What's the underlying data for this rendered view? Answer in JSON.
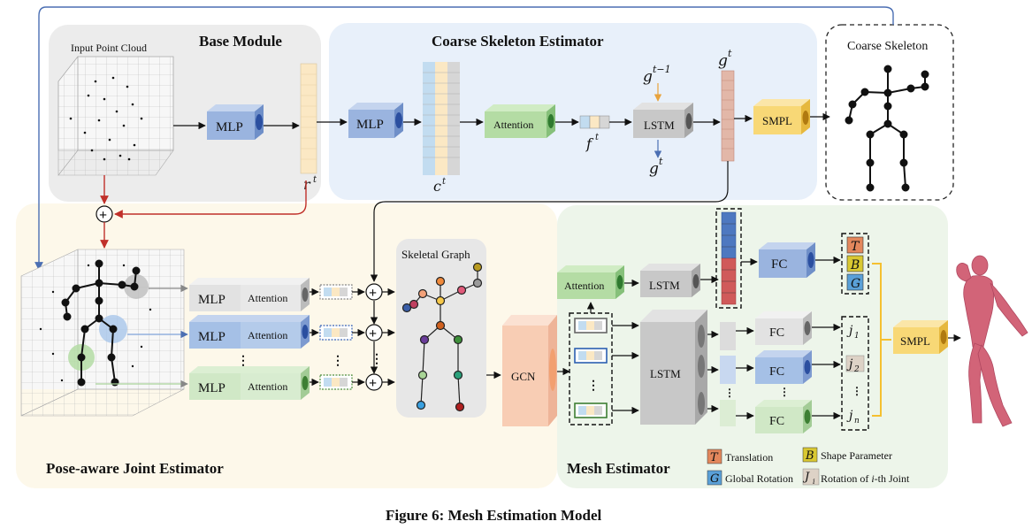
{
  "modules": {
    "base": "Base Module",
    "coarse": "Coarse Skeleton Estimator",
    "pose": "Pose-aware Joint Estimator",
    "mesh": "Mesh Estimator",
    "coarse_skeleton": "Coarse Skeleton"
  },
  "labels": {
    "input_point_cloud": "Input Point Cloud",
    "mlp": "MLP",
    "attention": "Attention",
    "lstm": "LSTM",
    "smpl": "SMPL",
    "gcn": "GCN",
    "fc": "FC",
    "skeletal_graph": "Skeletal Graph",
    "plus": "+",
    "dots": "⋮"
  },
  "symbols": {
    "r": "r",
    "c": "c",
    "f": "f",
    "g": "g",
    "t": "t",
    "t_minus_1": "t−1",
    "T": "T",
    "B": "B",
    "G": "G",
    "j1": "j",
    "j1_sub": "1",
    "j2": "j",
    "j2_sub": "2",
    "jn": "j",
    "jn_sub": "n"
  },
  "legend": {
    "translation": "Translation",
    "shape": "Shape Parameter",
    "global_rotation": "Global Rotation",
    "rotation_prefix": "Rotation of ",
    "rotation_i": "i",
    "rotation_suffix": "-th Joint",
    "J": "J",
    "J_sub": "i"
  },
  "caption": "Figure 6: Mesh Estimation Model",
  "colors": {
    "base_bg": "#ececec",
    "coarse_bg": "#e8f0fa",
    "pose_bg": "#fdf8ea",
    "mesh_bg": "#edf5ea",
    "mlp_blue": "#9ab4df",
    "attention_green": "#b4dca4",
    "lstm_gray": "#c8c8c8",
    "smpl_yellow": "#f8d876",
    "gcn_peach": "#f8cdb4",
    "red_arrow": "#c0302a",
    "blue_line": "#4b6fb3",
    "body_pink": "#d26478"
  }
}
